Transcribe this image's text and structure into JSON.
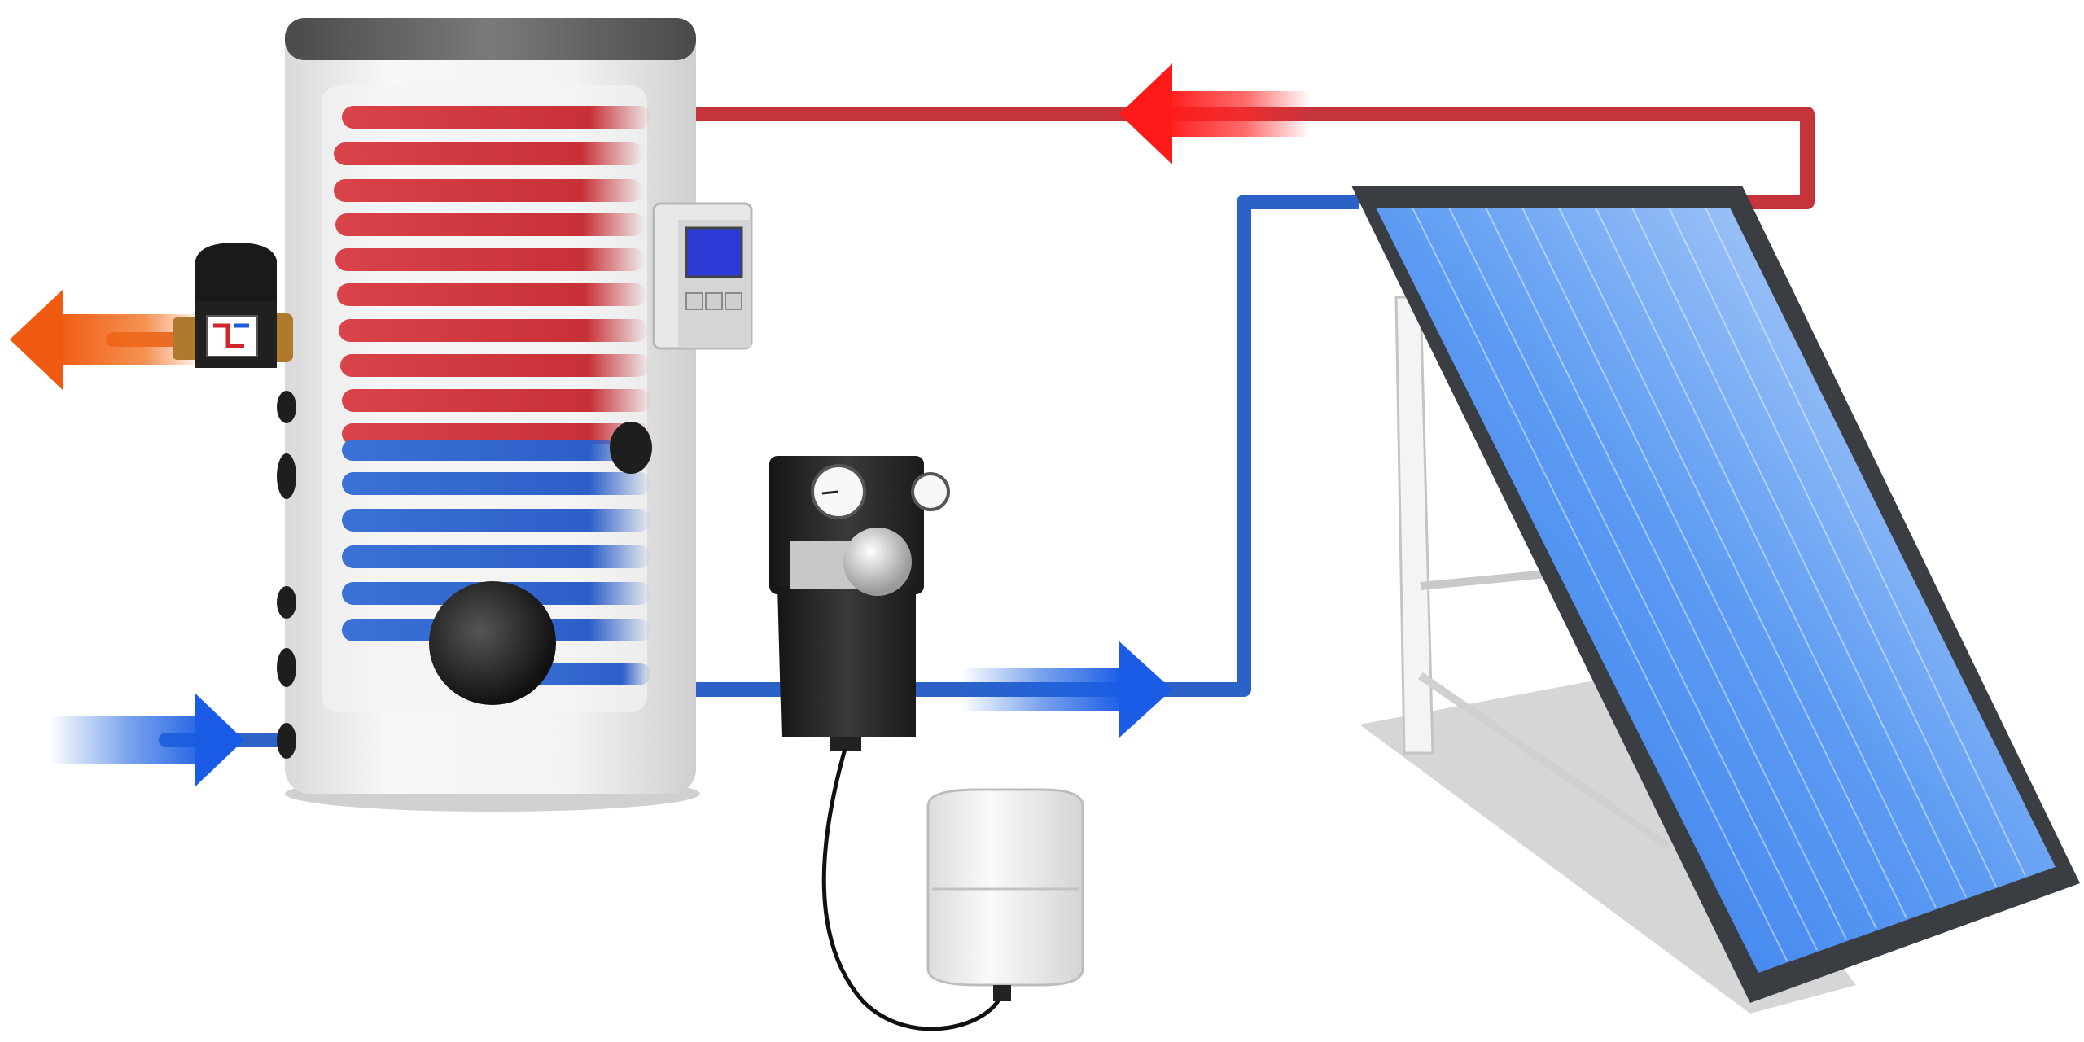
{
  "diagram": {
    "components": [
      {
        "id": "storage-tank",
        "icon": "storage-tank-icon"
      },
      {
        "id": "heating-coil-hot",
        "icon": "coil-icon",
        "color": "#c8343a"
      },
      {
        "id": "heating-coil-cold",
        "icon": "coil-icon",
        "color": "#2f62c8"
      },
      {
        "id": "controller",
        "icon": "controller-icon",
        "screen_color": "#2c3bd6"
      },
      {
        "id": "mixing-valve",
        "icon": "mixing-valve-icon"
      },
      {
        "id": "pump-station",
        "icon": "pump-station-icon"
      },
      {
        "id": "expansion-vessel",
        "icon": "expansion-vessel-icon"
      },
      {
        "id": "solar-collector",
        "icon": "solar-panel-icon",
        "color": "#3f86f0"
      }
    ],
    "flows": [
      {
        "id": "hot-return",
        "direction": "left",
        "color": "#e8262c"
      },
      {
        "id": "cold-supply",
        "direction": "right",
        "color": "#1f63e0"
      },
      {
        "id": "hot-water-out",
        "direction": "left",
        "color": "#f26d1a"
      },
      {
        "id": "cold-water-in",
        "direction": "right",
        "color": "#2a6ee8"
      }
    ],
    "colors": {
      "hot": "#c8343a",
      "cold": "#2f62c8",
      "outlet": "#f26d1a",
      "panel": "#3f86f0",
      "frame": "#3a3d42"
    }
  }
}
